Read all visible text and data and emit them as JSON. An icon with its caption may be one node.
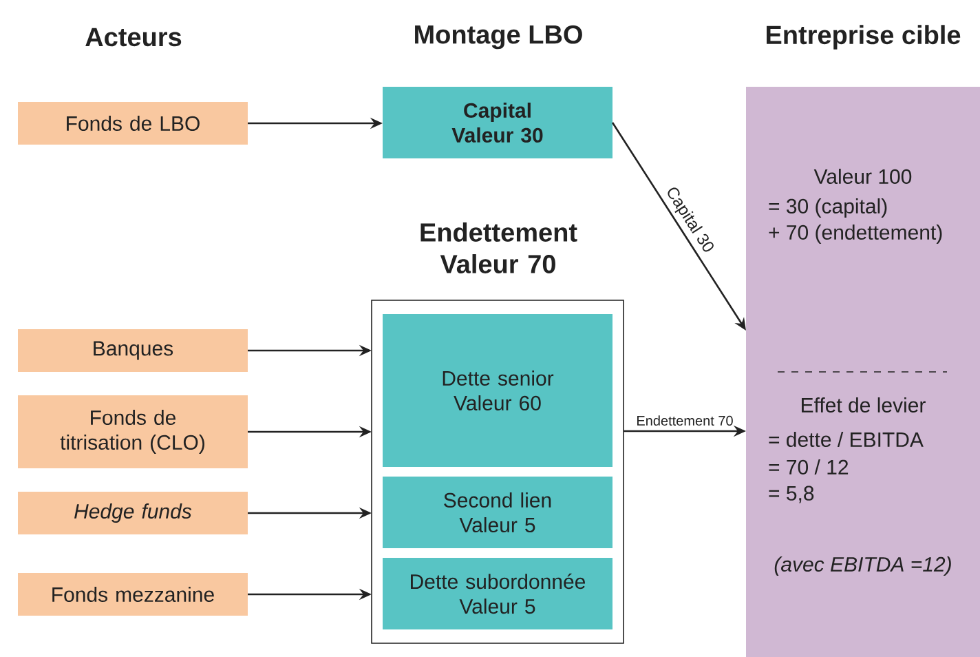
{
  "diagram": {
    "nodes": [
      {
        "text": [
          "Fonds de LBO"
        ]
      },
      {
        "text": [
          "Capital Valeur 30"
        ]
      },
      {
        "text": [
          "Endettement Valeur 70"
        ]
      },
      {
        "text": [
          "Banques"
        ]
      },
      {
        "text": [
          "Fonds de titrisation (CLO)"
        ]
      },
      {
        "text": [
          "Hedge funds"
        ]
      },
      {
        "text": [
          "Fonds mezzanine"
        ]
      },
      {
        "text": [
          "Dette senior Valeur 60"
        ],
        "in": 2
      },
      {
        "text": [
          "Second lien Valeur 5"
        ],
        "in": 2
      },
      {
        "text": [
          "Dette subordonnée Valeur 5"
        ],
        "in": 2
      },
      {
        "text": [
          "Entreprise cible",
          "Valeur 100",
          "= 30 (capital)",
          "+ 70 (endettement)",
          "Effet de levier",
          "= dette / EBITDA",
          "= 70 / 12",
          "= 5,8",
          "(avec EBITDA =12)"
        ]
      }
    ],
    "edges": [
      {
        "from": 0,
        "to": 1,
        "arrow": "to"
      },
      {
        "from": 1,
        "to": 10,
        "arrow": "to",
        "label": "Capital 30"
      },
      {
        "from": 3,
        "to": 2,
        "arrow": "to"
      },
      {
        "from": 4,
        "to": 2,
        "arrow": "to"
      },
      {
        "from": 5,
        "to": 2,
        "arrow": "to"
      },
      {
        "from": 6,
        "to": 2,
        "arrow": "to"
      },
      {
        "from": 2,
        "to": 10,
        "arrow": "to",
        "label": "Endettement 70"
      }
    ],
    "labels": [
      "Acteurs",
      "Montage LBO"
    ]
  }
}
